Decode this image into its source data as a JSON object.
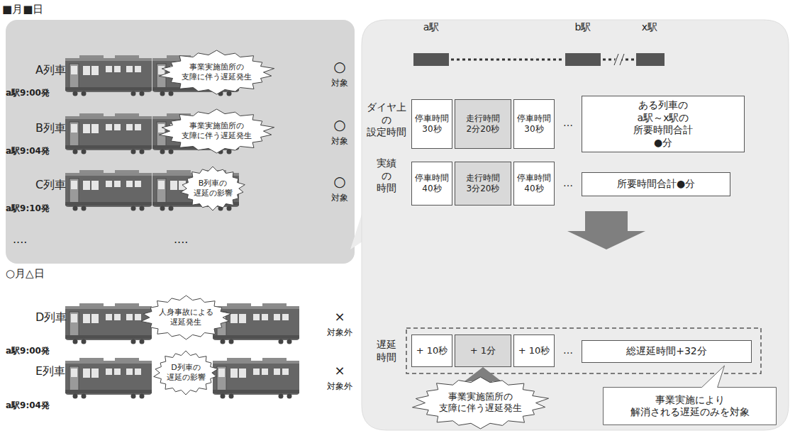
{
  "diagram": {
    "nodes": [
      {
        "text": [
          "事業実施箇所の 支障に伴う遅延発生"
        ]
      },
      {
        "text": [
          "事業実施箇所の 支障に伴う遅延発生"
        ]
      },
      {
        "text": [
          "B列車の 遅延の影響"
        ]
      },
      {
        "text": [
          "人身事故による 遅延発生"
        ]
      },
      {
        "text": [
          "D列車の 遅延の影響"
        ]
      },
      {
        "text": [
          "停車時間",
          "30秒"
        ]
      },
      {
        "text": [
          "走行時間",
          "2分20秒"
        ]
      },
      {
        "text": [
          "停車時間",
          "30秒"
        ]
      },
      {
        "text": [
          "ある列車の a駅～x駅の 所要時間合計●分"
        ]
      },
      {
        "text": [
          "停車時間",
          "40秒"
        ]
      },
      {
        "text": [
          "走行時間",
          "3分20秒"
        ]
      },
      {
        "text": [
          "停車時間",
          "40秒"
        ]
      },
      {
        "text": [
          "所要時間合計●分"
        ]
      },
      {
        "text": [
          "+ 10秒"
        ]
      },
      {
        "text": [
          "+ 1分"
        ]
      },
      {
        "text": [
          "+ 10秒"
        ]
      },
      {
        "text": [
          "総遅延時間+32分"
        ]
      },
      {
        "text": [
          "事業実施箇所の 支障に伴う遅延発生"
        ]
      },
      {
        "text": [
          "事業実施により 解消される遅延のみを対象"
        ]
      }
    ],
    "edges": [
      {
        "from": 17,
        "to": 14,
        "arrow": "to"
      }
    ],
    "labels": [
      "■月■日",
      "A列車",
      "a駅9:00発",
      "○",
      "対象",
      "B列車",
      "a駅9:04発",
      "○",
      "対象",
      "C列車",
      "a駅9:10発",
      "○",
      "対象",
      "....",
      "....",
      "○月△日",
      "D列車",
      "a駅9:00発",
      "×",
      "対象外",
      "E列車",
      "a駅9:04発",
      "×",
      "対象外",
      "a駅",
      "b駅",
      "x駅",
      "ダイヤ上 の 設定時間",
      "…",
      "実績 の 時間",
      "…",
      "遅延 時間",
      "…"
    ]
  }
}
